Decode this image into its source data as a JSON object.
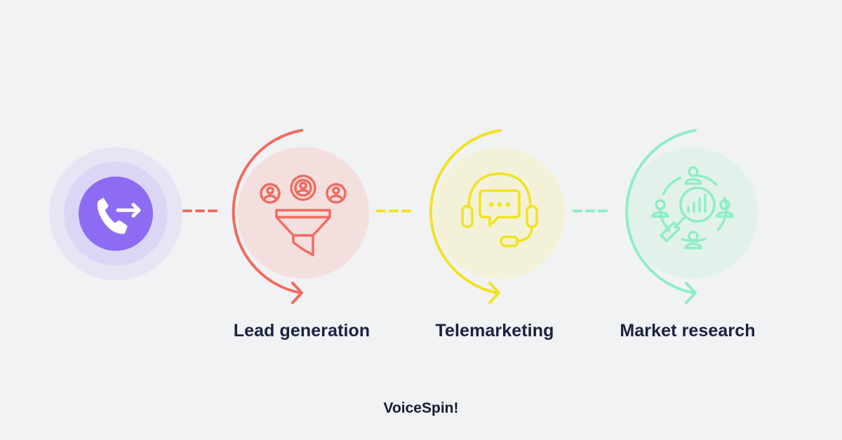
{
  "steps": [
    {
      "label": "Lead generation",
      "icon": "funnel-people-gear-icon",
      "color": "#f26b5e",
      "bg": "#f4dfdf"
    },
    {
      "label": "Telemarketing",
      "icon": "headset-chat-icon",
      "color": "#f2e222",
      "bg": "#f3f2d8"
    },
    {
      "label": "Market research",
      "icon": "magnifier-chart-people-icon",
      "color": "#8feec6",
      "bg": "#e2f2ea"
    }
  ],
  "start": {
    "icon": "phone-forward-icon",
    "color": "#8d6cf3"
  },
  "logo": {
    "text": "VoiceSpin!"
  }
}
